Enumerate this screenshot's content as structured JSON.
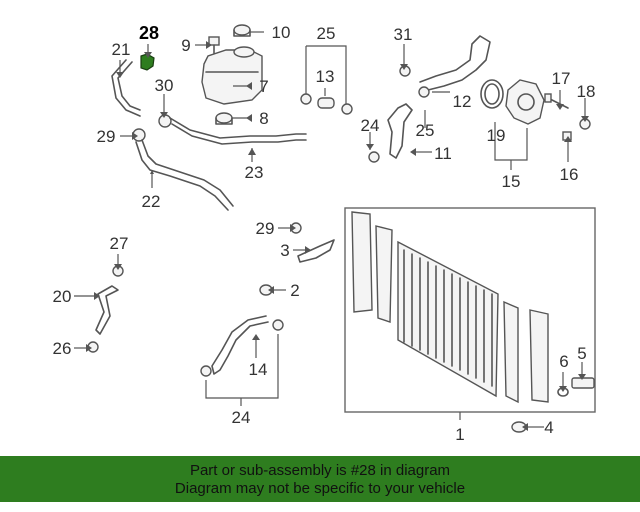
{
  "diagram": {
    "callouts": [
      "28",
      "9",
      "10",
      "21",
      "25",
      "31",
      "13",
      "30",
      "7",
      "8",
      "12",
      "17",
      "18",
      "29",
      "24",
      "19",
      "11",
      "23",
      "16",
      "15",
      "22",
      "27",
      "29",
      "3",
      "20",
      "2",
      "26",
      "14",
      "6",
      "5",
      "24",
      "4",
      "1"
    ],
    "highlighted_part": "28",
    "highlight_color": "#2e7d1f"
  },
  "banner": {
    "line1": "Part or sub-assembly is #28 in diagram",
    "line2": "Diagram may not be specific to your vehicle"
  }
}
